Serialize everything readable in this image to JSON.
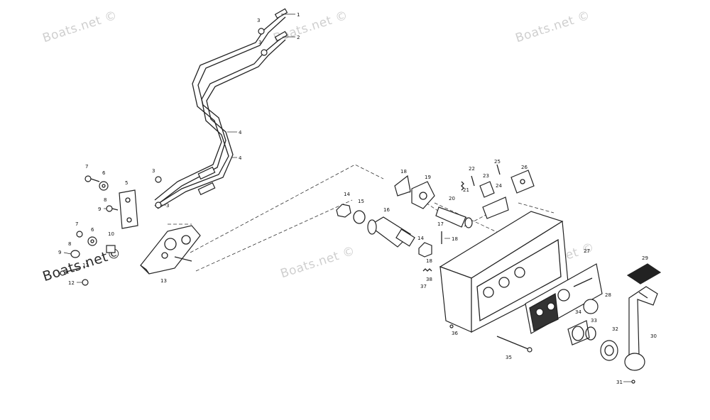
{
  "watermarks": {
    "label": "Boats.net ©",
    "dark_label": "Boats.net©"
  },
  "callouts": {
    "c1": "1",
    "c2": "2",
    "c3a": "3",
    "c3b": "3",
    "c3c": "3",
    "c3d": "3",
    "c4a": "4",
    "c4b": "4",
    "c5": "5",
    "c6a": "6",
    "c6b": "6",
    "c7a": "7",
    "c7b": "7",
    "c8a": "8",
    "c8b": "8",
    "c9a": "9",
    "c9b": "9",
    "c10": "10",
    "c11": "11",
    "c12": "12",
    "c13": "13",
    "c14a": "14",
    "c14b": "14",
    "c15": "15",
    "c16": "16",
    "c17": "17",
    "c18a": "18",
    "c18b": "18",
    "c18c": "18",
    "c19": "19",
    "c20": "20",
    "c21": "21",
    "c22": "22",
    "c23": "23",
    "c24": "24",
    "c25": "25",
    "c26": "26",
    "c27": "27",
    "c28": "28",
    "c29": "29",
    "c30": "30",
    "c31": "31",
    "c32": "32",
    "c33": "33",
    "c34": "34",
    "c35": "35",
    "c36": "36",
    "c37": "37",
    "c38": "38"
  }
}
